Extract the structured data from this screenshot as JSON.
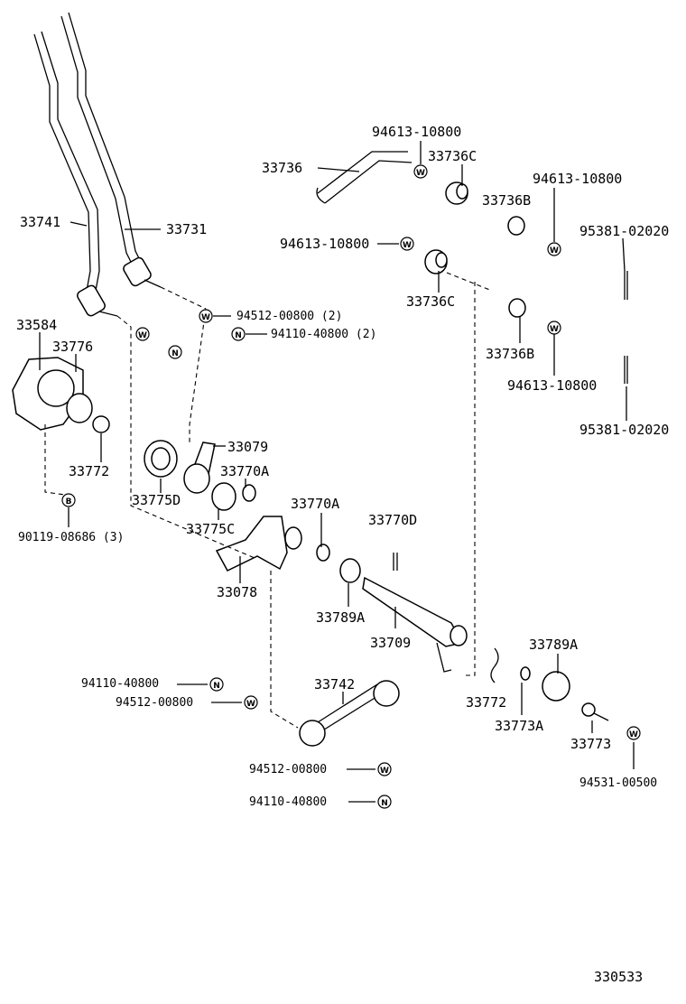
{
  "labels": {
    "p33736": "33736",
    "p94613_top": "94613-10800",
    "p33736C_top": "33736C",
    "p94613_right": "94613-10800",
    "p33736B_top": "33736B",
    "p33741": "33741",
    "p33731": "33731",
    "p94613_mid": "94613-10800",
    "p95381_top": "95381-02020",
    "p33736C_bot": "33736C",
    "p94512_a": "94512-00800 (2)",
    "p94110_a": "94110-40800 (2)",
    "p33584": "33584",
    "p33776": "33776",
    "p33736B_bot": "33736B",
    "p94613_bot": "94613-10800",
    "p95381_bot": "95381-02020",
    "p33079": "33079",
    "p33770A_a": "33770A",
    "p33772_left": "33772",
    "p33775D": "33775D",
    "p90119": "90119-08686 (3)",
    "p33775C": "33775C",
    "p33770A_b": "33770A",
    "p33770D": "33770D",
    "p33078": "33078",
    "p33789A_a": "33789A",
    "p33709": "33709",
    "p33789A_b": "33789A",
    "p94110_b": "94110-40800",
    "p33742": "33742",
    "p94512_b": "94512-00800",
    "p33772_right": "33772",
    "p33773A": "33773A",
    "p33773": "33773",
    "p94531": "94531-00500",
    "p94512_c": "94512-00800",
    "p94110_c": "94110-40800",
    "figure_code": "330533"
  },
  "symbols": {
    "w": "W",
    "n": "N",
    "b": "B"
  }
}
